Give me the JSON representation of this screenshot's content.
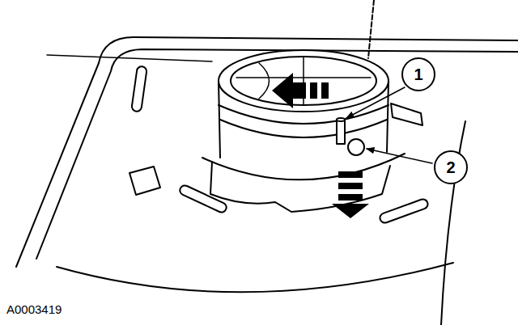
{
  "diagram": {
    "nodes": [
      {
        "text": [
          "1"
        ]
      },
      {
        "text": [
          "2"
        ]
      }
    ],
    "labels": [
      "A0003419"
    ]
  }
}
